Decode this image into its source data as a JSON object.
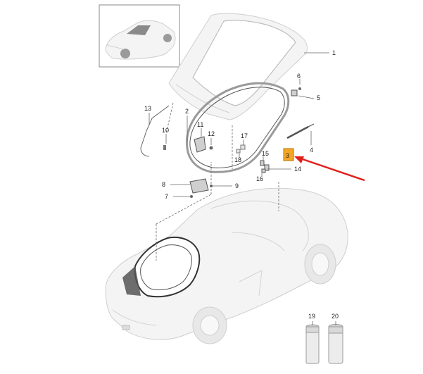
{
  "callouts": [
    {
      "id": "c1",
      "text": "1"
    },
    {
      "id": "c2",
      "text": "2"
    },
    {
      "id": "c3",
      "text": "3"
    },
    {
      "id": "c4",
      "text": "4"
    },
    {
      "id": "c5",
      "text": "5"
    },
    {
      "id": "c6",
      "text": "6"
    },
    {
      "id": "c7",
      "text": "7"
    },
    {
      "id": "c8",
      "text": "8"
    },
    {
      "id": "c9",
      "text": "9"
    },
    {
      "id": "c10",
      "text": "10"
    },
    {
      "id": "c11",
      "text": "11"
    },
    {
      "id": "c12",
      "text": "12"
    },
    {
      "id": "c13",
      "text": "13"
    },
    {
      "id": "c14",
      "text": "14"
    },
    {
      "id": "c15",
      "text": "15"
    },
    {
      "id": "c16",
      "text": "16"
    },
    {
      "id": "c17",
      "text": "17"
    },
    {
      "id": "c18",
      "text": "18"
    },
    {
      "id": "c19",
      "text": "19"
    },
    {
      "id": "c20",
      "text": "20"
    }
  ],
  "highlight": {
    "color": "#f5a623",
    "arrow_color": "#e0201b"
  }
}
